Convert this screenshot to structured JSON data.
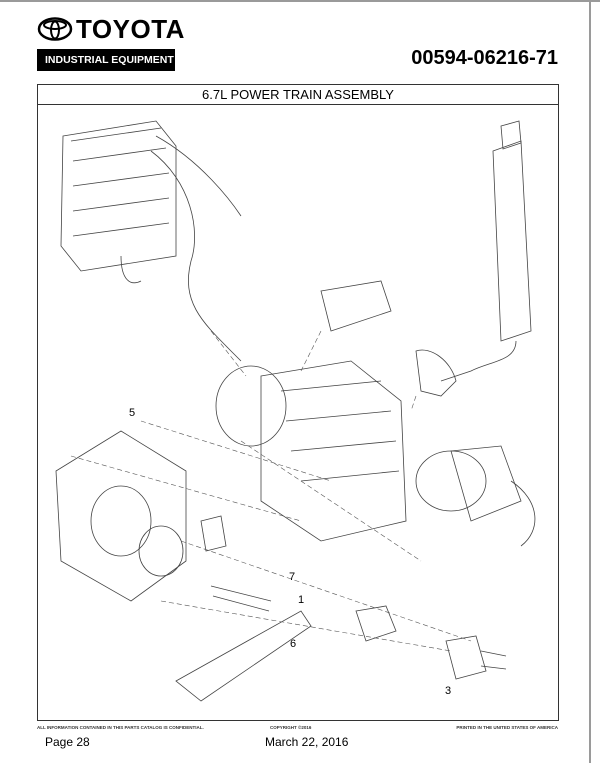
{
  "header": {
    "brand": "TOYOTA",
    "division": "INDUSTRIAL EQUIPMENT",
    "part_number": "00594-06216-71"
  },
  "section_title": "6.7L POWER TRAIN ASSEMBLY",
  "callouts": [
    "5",
    "7",
    "1",
    "6",
    "3"
  ],
  "footer": {
    "confidential": "ALL INFORMATION CONTAINED IN THIS PARTS CATALOG IS CONFIDENTIAL.",
    "copyright": "COPYRIGHT ©2016",
    "printed": "PRINTED IN THE UNITED STATES OF AMERICA",
    "page": "Page 28",
    "date": "March 22, 2016"
  }
}
